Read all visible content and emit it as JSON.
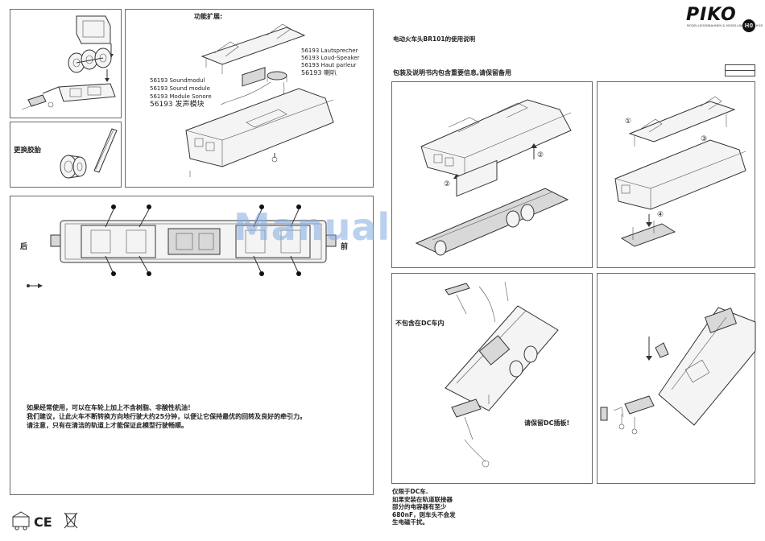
{
  "brand": {
    "logo": "PIKO",
    "subtitle": "MODELLEISENBAHNEN & MODELLBAHNZUBEHÖR",
    "scale_badge": "H0"
  },
  "watermark": "ManualsLib.de",
  "panel_wheel": {
    "label": "更换胶胎"
  },
  "panel_sound": {
    "title": "功能扩展:",
    "speaker_lines": [
      "56193 Lautsprecher",
      "56193 Loud-Speaker",
      "56193 Haut parleur",
      "56193 喇叭"
    ],
    "module_lines": [
      "56193 Soundmodul",
      "56193 Sound module",
      "56193 Module Sonore",
      "56193 发声模块"
    ]
  },
  "panel_lube": {
    "rear_label": "后",
    "front_label": "前",
    "notes": [
      "如果经常使用，可以在车轮上加上不含树脂、非酸性机油！",
      "我们建议，让此火车不断转换方向地行驶大约25分钟，以便让它保持最优的回转及良好的牵引力。",
      "请注意，只有在清洁的轨道上才能保证此模型行驶畅顺。"
    ]
  },
  "right_header": {
    "manual_title": "电动火车头BR101的使用说明",
    "keep_note": "包装及说明书内包含重要信息,请保留备用"
  },
  "step_labels": {
    "one": "①",
    "two": "②",
    "three": "③",
    "four": "④"
  },
  "panel_dc": {
    "not_included": "不包含在DC车内",
    "keep_plate": "请保留DC插板!"
  },
  "footer_note": [
    "仅限于DC车.",
    "如果安装在轨道联接器",
    "部分的电容器有至少",
    "680nF，则车头不会发",
    "生电磁干扰。"
  ],
  "colors": {
    "watermark": "#82aae1",
    "border": "#6a6a6a",
    "ink": "#222222"
  }
}
